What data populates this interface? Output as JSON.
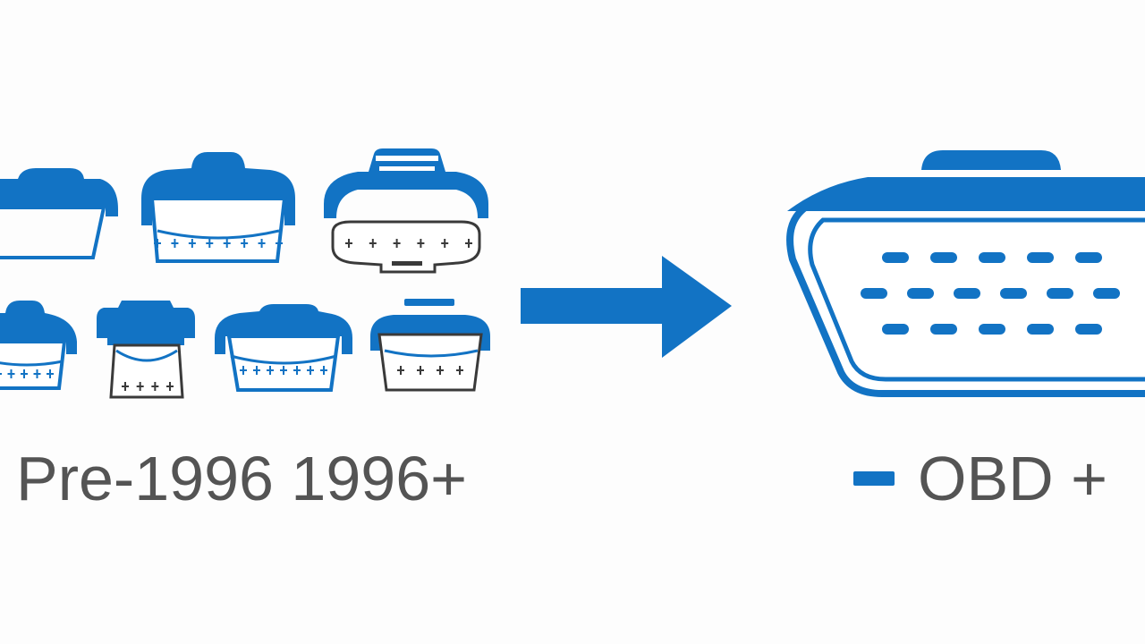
{
  "colors": {
    "blue": "#1273c4",
    "outline_dark": "#3a3a3a",
    "text_gray": "#545454",
    "background": "#fdfdfd"
  },
  "captions": {
    "left": "Pre-1996 1996+",
    "right": "OBD +"
  },
  "icons": {
    "old_connectors": "legacy-diagnostic-connector-icons",
    "arrow": "right-arrow-icon",
    "obd_connector": "obd2-connector-icon"
  },
  "obd_connector": {
    "pin_rows": [
      5,
      6,
      5
    ]
  }
}
